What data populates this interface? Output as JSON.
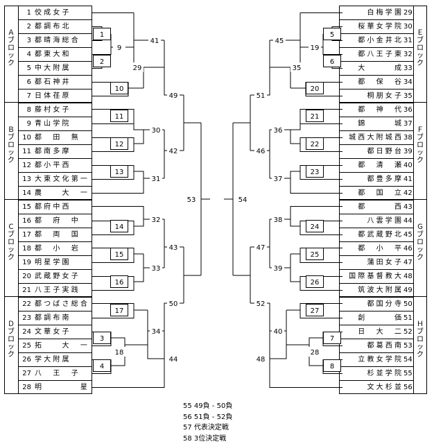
{
  "left_teams": [
    {
      "num": "1",
      "name": "佼 成 女 子"
    },
    {
      "num": "2",
      "name": "都 調 布 北"
    },
    {
      "num": "3",
      "name": "都 晴 海 総 合"
    },
    {
      "num": "4",
      "name": "都 東 大 和"
    },
    {
      "num": "5",
      "name": "中 大 附 属"
    },
    {
      "num": "6",
      "name": "都 石 神 井"
    },
    {
      "num": "7",
      "name": "日 体 荏 原"
    },
    {
      "num": "8",
      "name": "藤 村 女 子"
    },
    {
      "num": "9",
      "name": "青 山 学 院"
    },
    {
      "num": "10",
      "name": "都 　 田 　 無"
    },
    {
      "num": "11",
      "name": "都 南 多 摩"
    },
    {
      "num": "12",
      "name": "都 小 平 西"
    },
    {
      "num": "13",
      "name": "大 東 文 化 第 一"
    },
    {
      "num": "14",
      "name": "農 　 　 大 　 一"
    },
    {
      "num": "15",
      "name": "都 府 中 西"
    },
    {
      "num": "16",
      "name": "都 　 府 　 中"
    },
    {
      "num": "17",
      "name": "都 　 両 　 国"
    },
    {
      "num": "18",
      "name": "都 　 小 　 岩"
    },
    {
      "num": "19",
      "name": "明 星 学 園"
    },
    {
      "num": "20",
      "name": "武 蔵 野 女 子"
    },
    {
      "num": "21",
      "name": "八 王 子 実 践"
    },
    {
      "num": "22",
      "name": "都 つ ば さ 総 合"
    },
    {
      "num": "23",
      "name": "都 調 布 南"
    },
    {
      "num": "24",
      "name": "文 華 女 子"
    },
    {
      "num": "25",
      "name": "拓 　 　 大 　 一"
    },
    {
      "num": "26",
      "name": "学 大 附 属"
    },
    {
      "num": "27",
      "name": "八 　 王 　 子"
    },
    {
      "num": "28",
      "name": "明 　 　 　 　 星"
    }
  ],
  "right_teams": [
    {
      "num": "29",
      "name": "白 梅 学 園"
    },
    {
      "num": "30",
      "name": "桜 華 女 学 院"
    },
    {
      "num": "31",
      "name": "都 小 金 井 北"
    },
    {
      "num": "32",
      "name": "都 八 王 子 東"
    },
    {
      "num": "33",
      "name": "大 　 　 　 成"
    },
    {
      "num": "34",
      "name": "都 　 保 　 谷"
    },
    {
      "num": "35",
      "name": "桐 朋 女 子"
    },
    {
      "num": "36",
      "name": "都 　 神 　 代"
    },
    {
      "num": "37",
      "name": "錦 　 　 　 城"
    },
    {
      "num": "38",
      "name": "城 西 大 附 城 西"
    },
    {
      "num": "39",
      "name": "都 日 野 台"
    },
    {
      "num": "40",
      "name": "都 　 清 　 瀬"
    },
    {
      "num": "41",
      "name": "都 豊 多 摩"
    },
    {
      "num": "42",
      "name": "都 　 国 　 立"
    },
    {
      "num": "43",
      "name": "都 　 　 　 西"
    },
    {
      "num": "44",
      "name": "八 雲 学 園"
    },
    {
      "num": "45",
      "name": "都 武 蔵 野 北"
    },
    {
      "num": "46",
      "name": "都 　 小 　 平"
    },
    {
      "num": "47",
      "name": "蒲 田 女 子"
    },
    {
      "num": "48",
      "name": "国 際 基 督 教 大"
    },
    {
      "num": "49",
      "name": "筑 波 大 附 属"
    },
    {
      "num": "50",
      "name": "都 国 分 寺"
    },
    {
      "num": "51",
      "name": "創 　 　 　 価"
    },
    {
      "num": "52",
      "name": "日 　 大 　 二"
    },
    {
      "num": "53",
      "name": "都 葛 西 南"
    },
    {
      "num": "54",
      "name": "立 教 女 学 院"
    },
    {
      "num": "55",
      "name": "杉 並 学 院"
    },
    {
      "num": "56",
      "name": "文 大 杉 並"
    }
  ],
  "blocks_left": [
    "Ａ ブ ロ ッ ク",
    "Ｂ ブ ロ ッ ク",
    "Ｃ ブ ロ ッ ク",
    "Ｄ ブ ロ ッ ク"
  ],
  "blocks_right": [
    "Ｅ ブ ロ ッ ク",
    "Ｆ ブ ロ ッ ク",
    "Ｇ ブ ロ ッ ク",
    "Ｈ ブ ロ ッ ク"
  ],
  "matches": {
    "m1": "1",
    "m2": "2",
    "m3": "3",
    "m4": "4",
    "m5": "5",
    "m6": "6",
    "m7": "7",
    "m8": "8",
    "m9": "9",
    "m10": "10",
    "m11": "11",
    "m12": "12",
    "m13": "13",
    "m14": "14",
    "m15": "15",
    "m16": "16",
    "m17": "17",
    "m18": "18",
    "m19": "19",
    "m20": "20",
    "m21": "21",
    "m22": "22",
    "m23": "23",
    "m24": "24",
    "m25": "25",
    "m26": "26",
    "m27": "27",
    "m28": "28",
    "m29": "29",
    "m30": "30",
    "m31": "31",
    "m32": "32",
    "m33": "33",
    "m34": "34",
    "m35": "35",
    "m36": "36",
    "m37": "37",
    "m38": "38",
    "m39": "39",
    "m40": "40",
    "m41": "41",
    "m42": "42",
    "m43": "43",
    "m44": "44",
    "m45": "45",
    "m46": "46",
    "m47": "47",
    "m48": "48",
    "m49": "49",
    "m50": "50",
    "m51": "51",
    "m52": "52",
    "m53": "53",
    "m54": "54"
  },
  "notes": [
    "55 49負 - 50負",
    "56 51負 - 52負",
    "57 代表決定戦",
    "58 3位決定戦"
  ],
  "colors": {
    "line": "#000000",
    "background": "#ffffff"
  }
}
